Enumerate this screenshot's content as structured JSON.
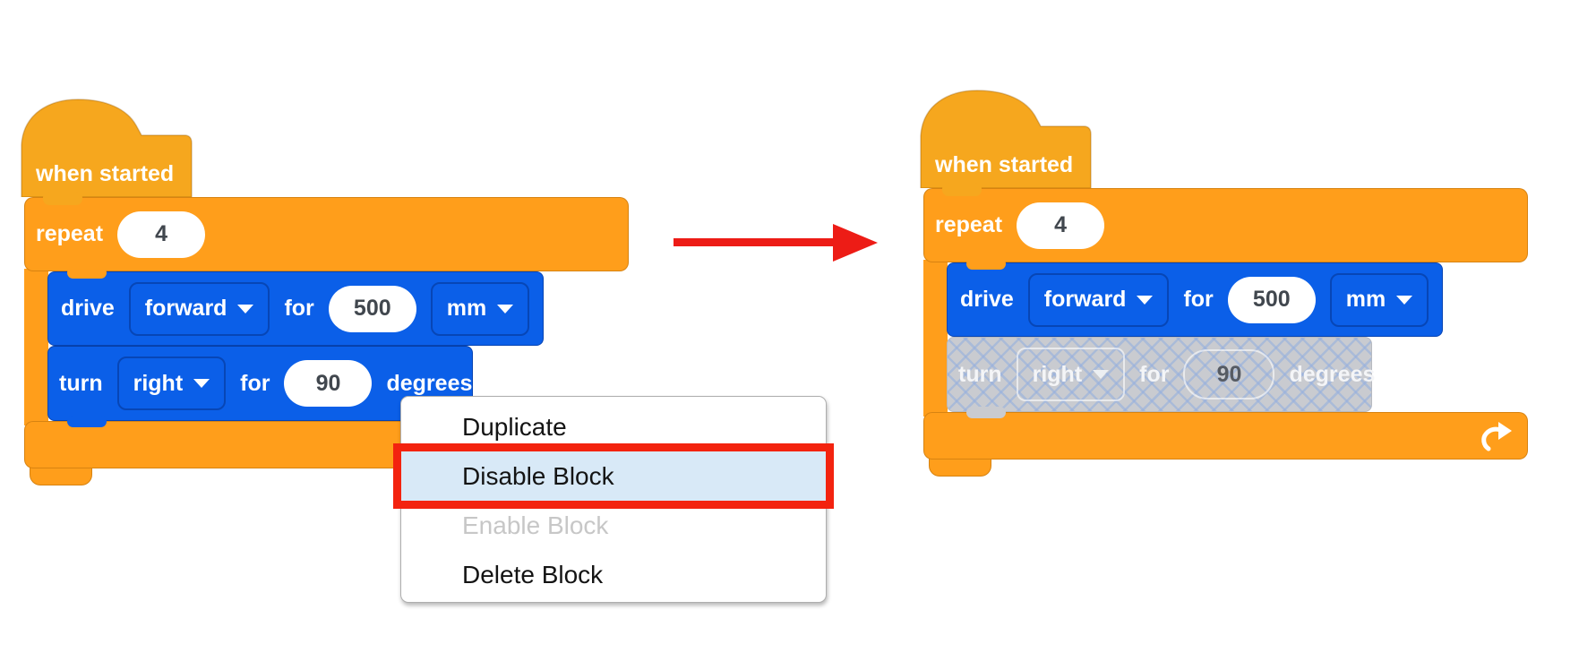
{
  "left_stack": {
    "hat_label": "when started",
    "repeat_label": "repeat",
    "repeat_count": "4",
    "drive_label": "drive",
    "drive_direction": "forward",
    "drive_for_label": "for",
    "drive_distance": "500",
    "drive_unit": "mm",
    "turn_label": "turn",
    "turn_direction": "right",
    "turn_for_label": "for",
    "turn_angle": "90",
    "turn_unit_label": "degrees"
  },
  "right_stack": {
    "hat_label": "when started",
    "repeat_label": "repeat",
    "repeat_count": "4",
    "drive_label": "drive",
    "drive_direction": "forward",
    "drive_for_label": "for",
    "drive_distance": "500",
    "drive_unit": "mm",
    "turn_label": "turn",
    "turn_direction": "right",
    "turn_for_label": "for",
    "turn_angle": "90",
    "turn_unit_label": "degrees",
    "turn_state": "disabled"
  },
  "context_menu": {
    "items": [
      {
        "label": "Duplicate",
        "state": "normal"
      },
      {
        "label": "Disable Block",
        "state": "highlighted"
      },
      {
        "label": "Enable Block",
        "state": "disabled"
      },
      {
        "label": "Delete Block",
        "state": "normal"
      }
    ]
  },
  "icons": {
    "dropdown_caret": "caret-down",
    "repeat_loop": "loop-arrow"
  },
  "colors": {
    "hat-gold": "#F6A71E",
    "repeat-orange": "#FF9E1B",
    "block-blue": "#0B5FE8",
    "disabled-gray": "#C9CBD0",
    "hatch-blue": "rgba(150,176,222,0.6)",
    "menu-highlight": "#D8E9F7",
    "alert-red": "#F3230F",
    "arrow-red": "#ED1C16",
    "number-text": "#41474E"
  }
}
